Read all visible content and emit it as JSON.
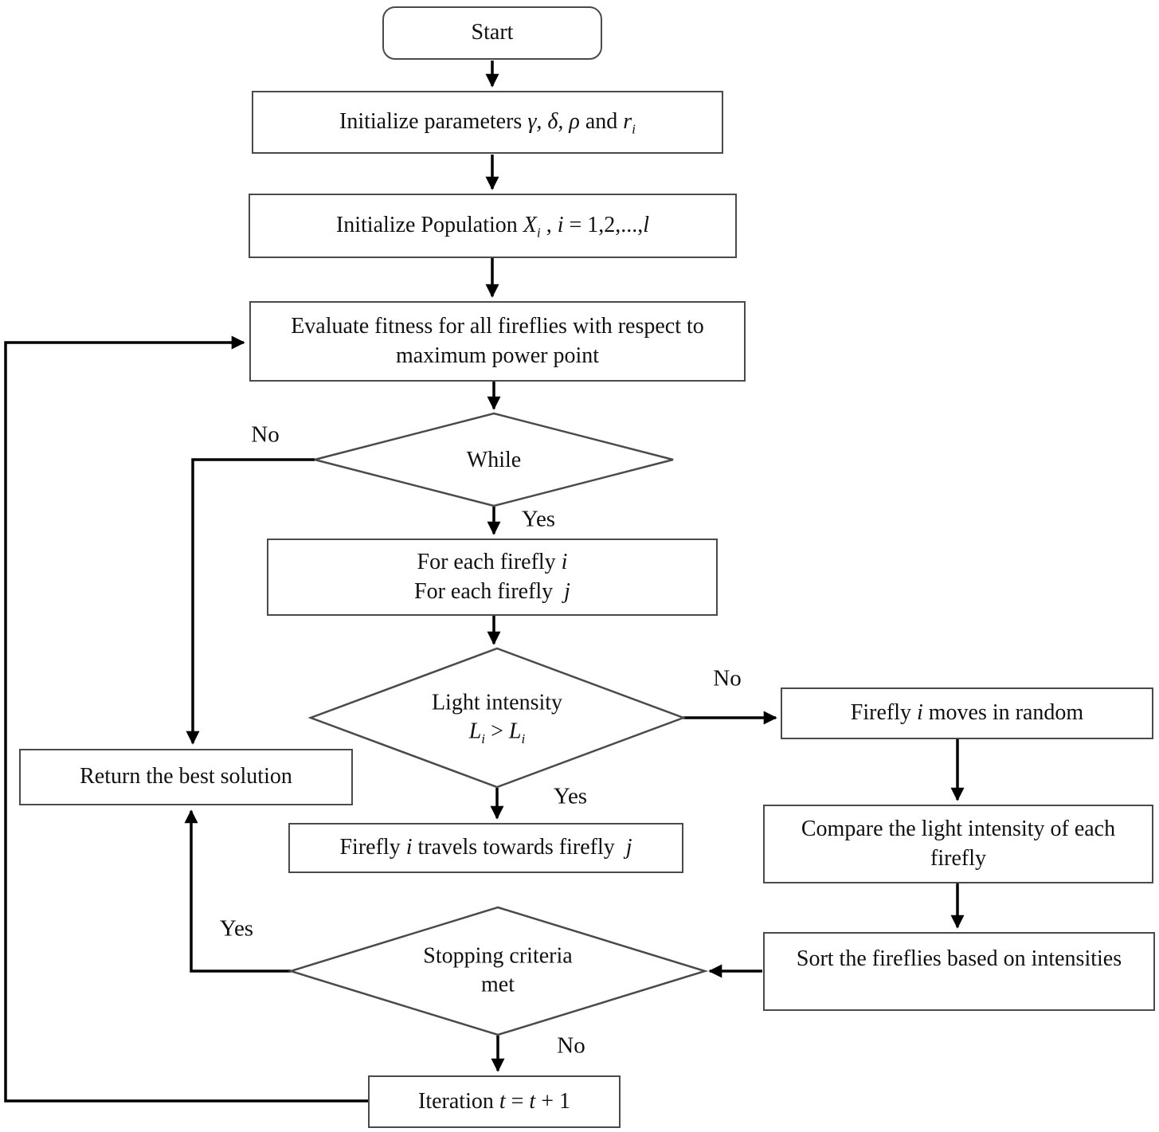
{
  "nodes": {
    "start": {
      "label": "Start"
    },
    "init_params": {
      "t1": "Initialize parameters ",
      "m1": "γ, δ, ρ",
      "t2": " and ",
      "m2": "r",
      "s1": "i"
    },
    "init_pop": {
      "t1": "Initialize Population ",
      "m1": "X",
      "s1": "i",
      "t2": " , ",
      "m2": "i",
      "t3": " = 1,2,...,",
      "m3": "l"
    },
    "evaluate": {
      "line1": "Evaluate fitness for all fireflies with respect to",
      "line2": "maximum power point"
    },
    "while": {
      "label": "While"
    },
    "for_each": {
      "t1": "For each firefly ",
      "m1": "i",
      "t2": "For each firefly ",
      "m2": "j"
    },
    "light": {
      "line1": "Light intensity",
      "m1": "L",
      "s1": "i",
      "t1": " > ",
      "m2": "L",
      "s2": "i"
    },
    "firefly_moves": {
      "t1": "Firefly ",
      "m1": "i",
      "t2": " moves in random"
    },
    "return_best": {
      "label": "Return the best solution"
    },
    "firefly_travels": {
      "t1": "Firefly ",
      "m1": "i",
      "t2": " travels towards firefly ",
      "m2": "j"
    },
    "compare": {
      "line1": "Compare the light intensity of each",
      "line2": "firefly"
    },
    "sort": {
      "label": "Sort the fireflies based on intensities"
    },
    "stopping": {
      "line1": "Stopping criteria",
      "line2": "met"
    },
    "iteration": {
      "t1": "Iteration ",
      "m1": "t",
      "t2": " = ",
      "m2": "t",
      "t3": " + 1"
    }
  },
  "edge_labels": {
    "while_no": "No",
    "while_yes": "Yes",
    "light_no": "No",
    "light_yes": "Yes",
    "stopping_yes": "Yes",
    "stopping_no": "No"
  },
  "colors": {
    "line": "#000000",
    "box_border": "#4a4a4a",
    "text": "#111111",
    "background": "#ffffff"
  }
}
